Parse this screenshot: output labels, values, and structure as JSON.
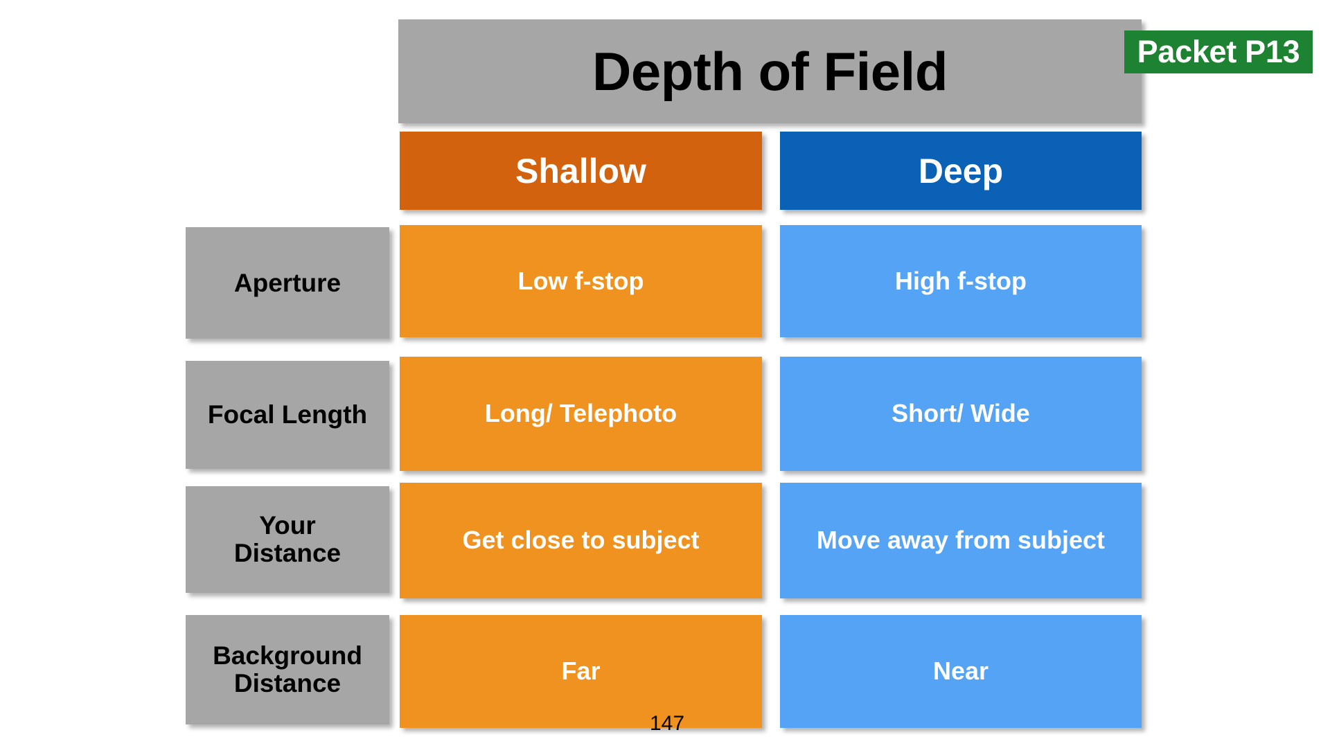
{
  "slide": {
    "title": "Depth of Field",
    "badge": "Packet P13",
    "page_number": "147"
  },
  "colors": {
    "title_bar_bg": "#a6a6a6",
    "badge_bg": "#1e8233",
    "shallow_header_bg": "#d2620e",
    "deep_header_bg": "#0b61b5",
    "shallow_cell_bg": "#f0921f",
    "deep_cell_bg": "#54a3f4",
    "row_label_bg": "#a6a6a6",
    "background": "#ffffff"
  },
  "table": {
    "columns": [
      {
        "label": "Shallow",
        "key": "shallow"
      },
      {
        "label": "Deep",
        "key": "deep"
      }
    ],
    "rows": [
      {
        "label": "Aperture",
        "shallow": "Low f-stop",
        "deep": "High f-stop"
      },
      {
        "label": "Focal Length",
        "shallow": "Long/ Telephoto",
        "deep": "Short/ Wide"
      },
      {
        "label": "Your\nDistance",
        "shallow": "Get close to subject",
        "deep": "Move away from subject"
      },
      {
        "label": "Background\nDistance",
        "shallow": "Far",
        "deep": "Near"
      }
    ]
  }
}
